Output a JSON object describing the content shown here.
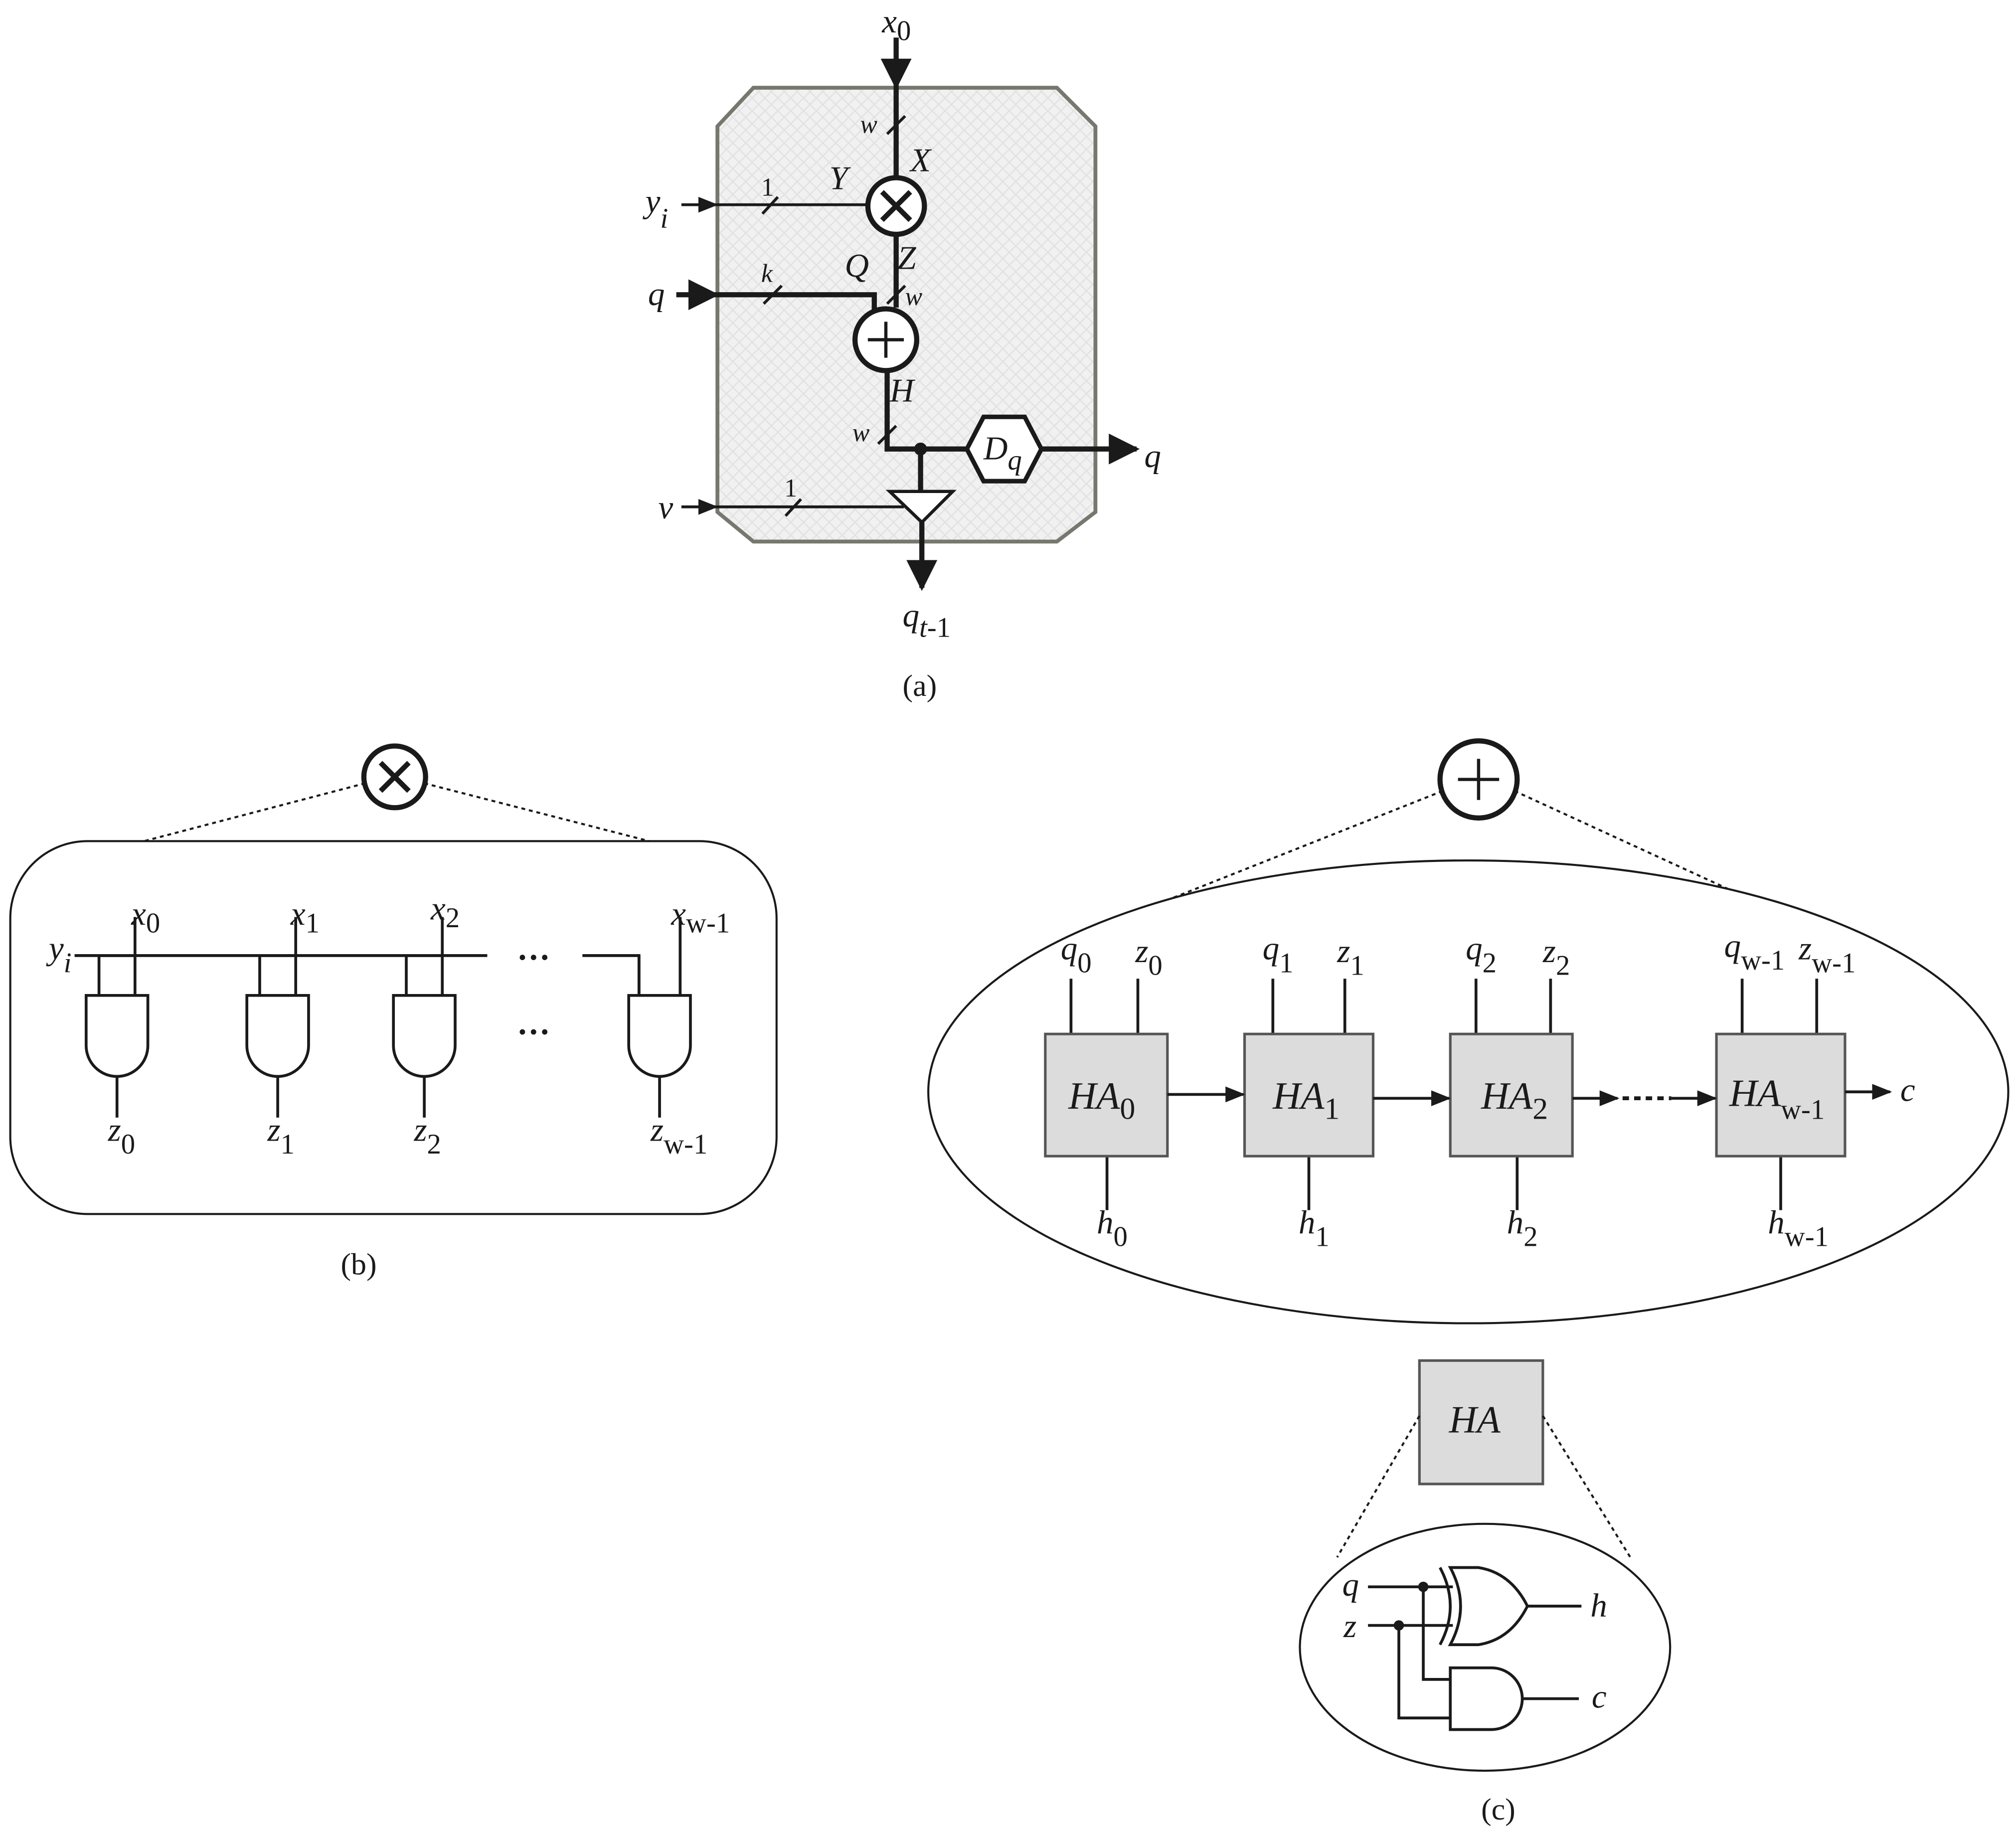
{
  "panel_a": {
    "caption": "(a)",
    "x0": {
      "base": "x",
      "sub": "0"
    },
    "yi": {
      "base": "y",
      "sub": "i"
    },
    "q_in": "q",
    "v": "v",
    "q_out": "q",
    "q_t1": {
      "base": "q",
      "sub_i": "t",
      "sub": "-1"
    },
    "X": "X",
    "Y": "Y",
    "Z": "Z",
    "Q": "Q",
    "H": "H",
    "width_x": "w",
    "width_z": "w",
    "width_h": "w",
    "width_y": "1",
    "width_q": "k",
    "width_v": "1",
    "dq": {
      "base": "D",
      "sub": "q"
    },
    "fill_color": "#efefef",
    "border_color": "#777770"
  },
  "panel_b": {
    "caption": "(b)",
    "yi": {
      "base": "y",
      "sub": "i"
    },
    "ellipsis": "···",
    "inputs": [
      {
        "base": "x",
        "sub": "0"
      },
      {
        "base": "x",
        "sub": "1"
      },
      {
        "base": "x",
        "sub": "2"
      },
      {
        "base": "x",
        "sub": "w-1"
      }
    ],
    "outputs": [
      {
        "base": "z",
        "sub": "0"
      },
      {
        "base": "z",
        "sub": "1"
      },
      {
        "base": "z",
        "sub": "2"
      },
      {
        "base": "z",
        "sub": "w-1"
      }
    ]
  },
  "panel_c": {
    "caption": "(c)",
    "cells": [
      {
        "name": {
          "base": "HA",
          "sub": "0"
        },
        "q": {
          "base": "q",
          "sub": "0"
        },
        "z": {
          "base": "z",
          "sub": "0"
        },
        "h": {
          "base": "h",
          "sub": "0"
        }
      },
      {
        "name": {
          "base": "HA",
          "sub": "1"
        },
        "q": {
          "base": "q",
          "sub": "1"
        },
        "z": {
          "base": "z",
          "sub": "1"
        },
        "h": {
          "base": "h",
          "sub": "1"
        }
      },
      {
        "name": {
          "base": "HA",
          "sub": "2"
        },
        "q": {
          "base": "q",
          "sub": "2"
        },
        "z": {
          "base": "z",
          "sub": "2"
        },
        "h": {
          "base": "h",
          "sub": "2"
        }
      },
      {
        "name": {
          "base": "HA",
          "sub": "w-1"
        },
        "q": {
          "base": "q",
          "sub": "w-1"
        },
        "z": {
          "base": "z",
          "sub": "w-1"
        },
        "h": {
          "base": "h",
          "sub": "w-1"
        }
      }
    ],
    "carry": "c",
    "ha_label": "HA",
    "detail": {
      "q": "q",
      "z": "z",
      "h": "h",
      "c": "c"
    },
    "cell_fill": "#dcdcdc"
  }
}
